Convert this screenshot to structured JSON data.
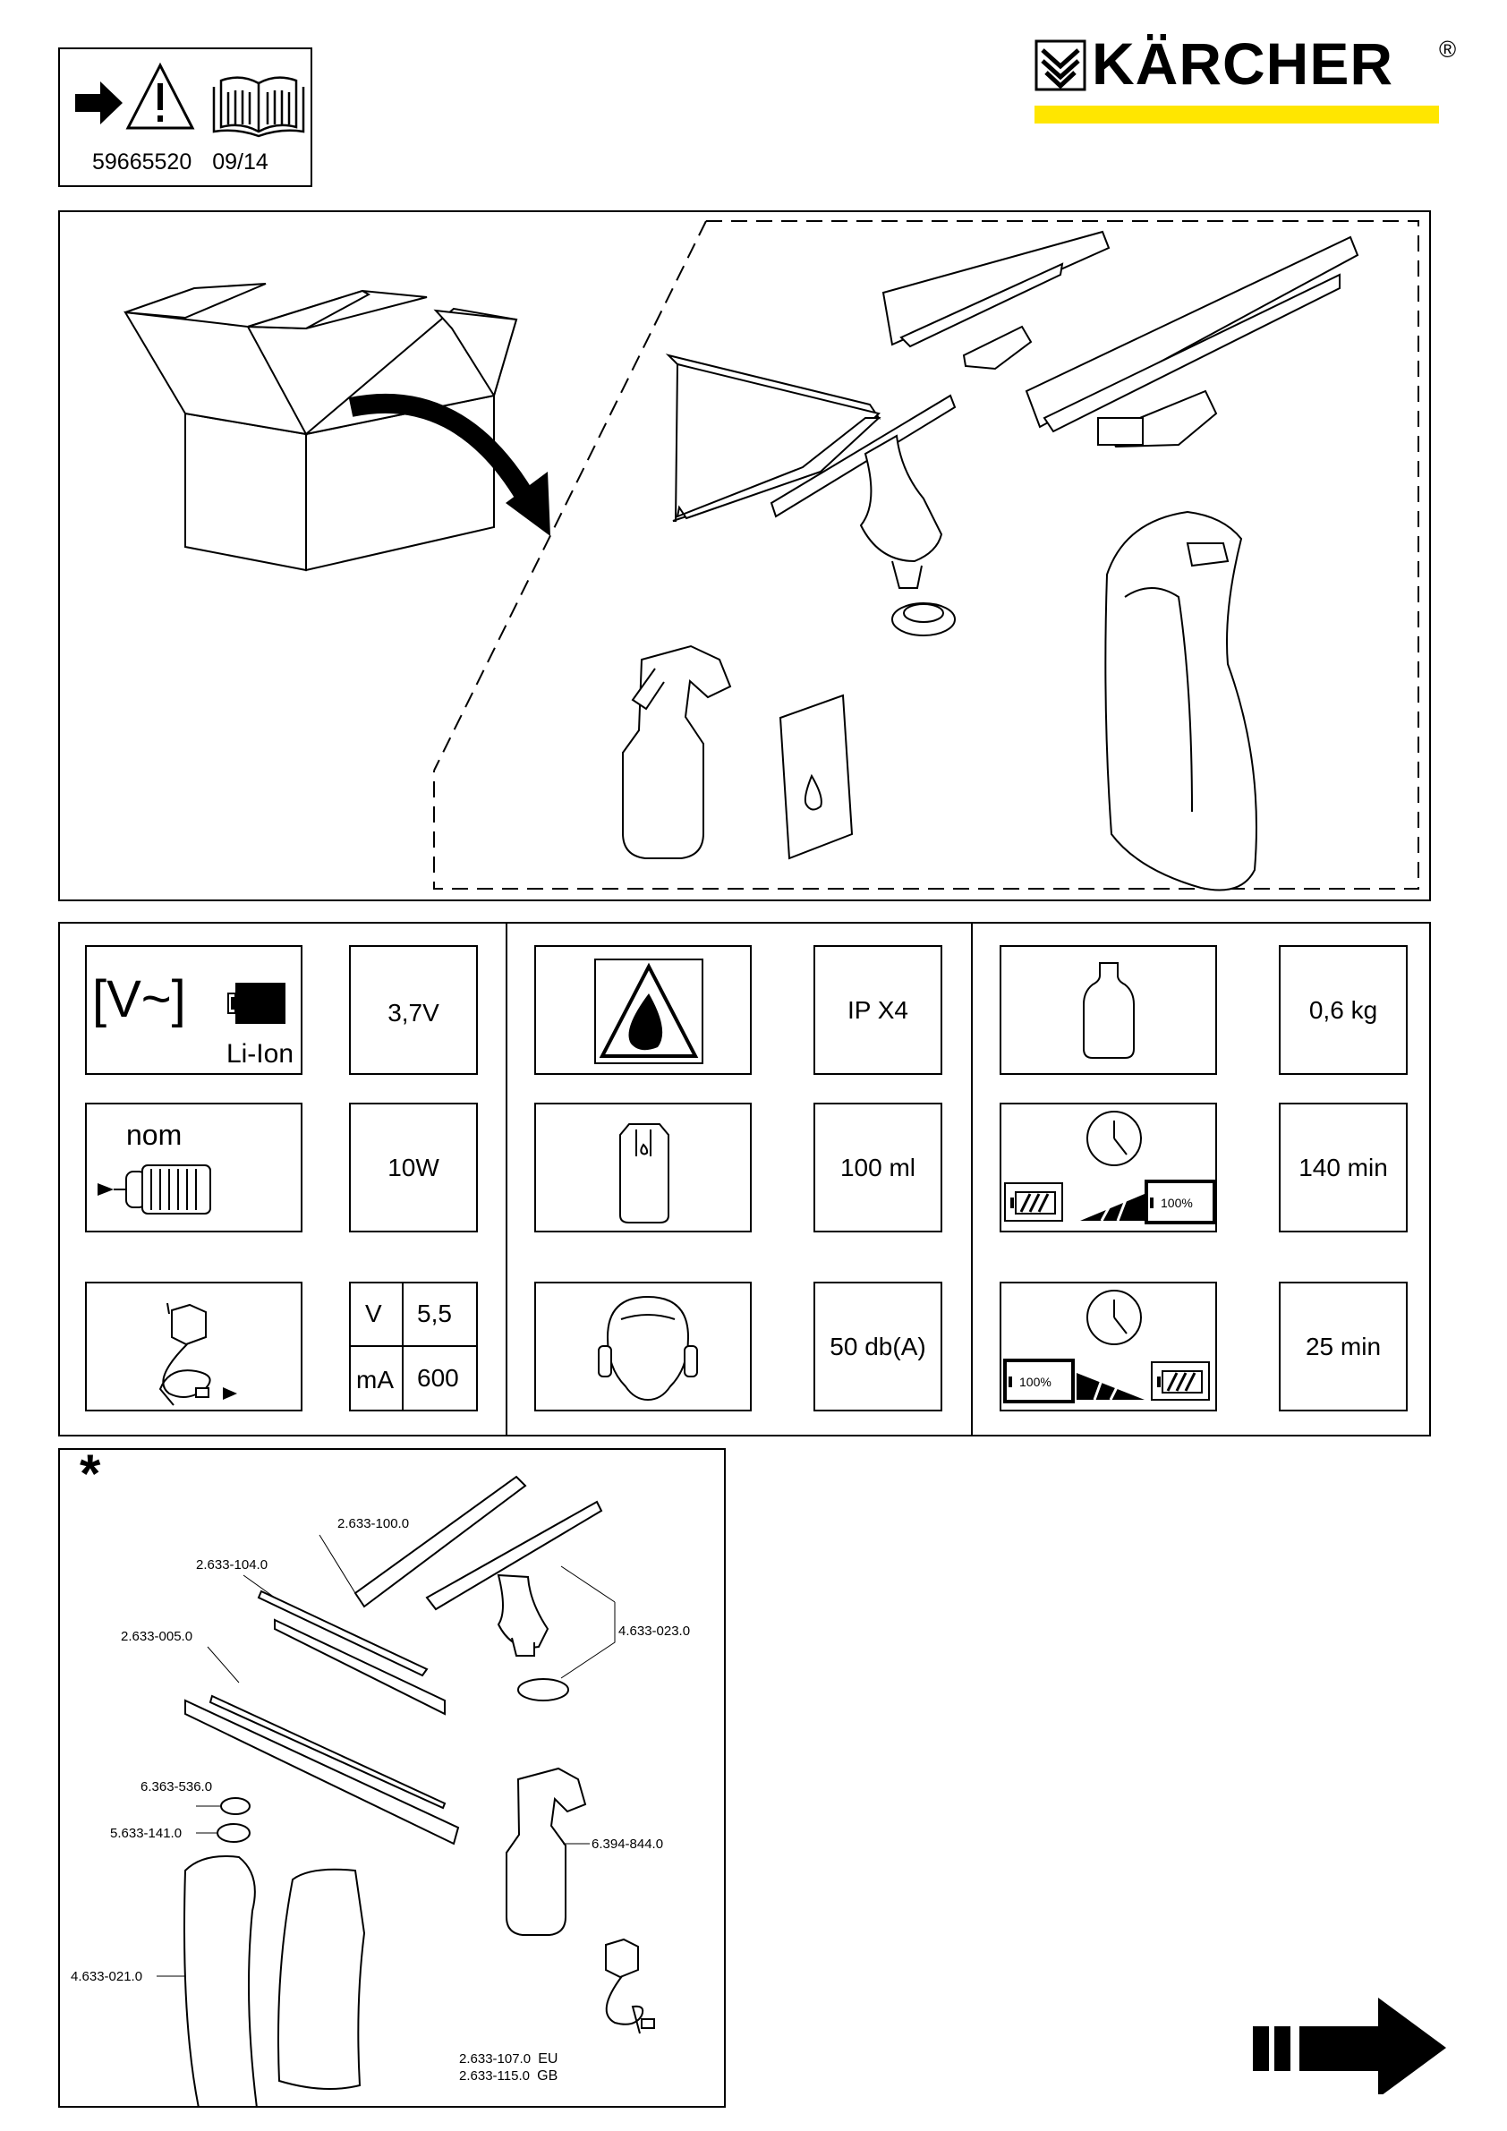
{
  "header": {
    "doc_number": "59665520",
    "doc_date": "09/14",
    "brand": "KÄRCHER",
    "registered_mark": "®",
    "brand_color": "#000000",
    "accent_color": "#FFE600"
  },
  "specs": {
    "voltage_value": "3,7V",
    "battery_type": "Li-Ion",
    "power_label": "nom",
    "power_value": "10W",
    "charger_rows": [
      {
        "unit": "V",
        "value": "5,5"
      },
      {
        "unit": "mA",
        "value": "600"
      }
    ],
    "protection_value": "IP X4",
    "tank_value": "100 ml",
    "noise_value": "50 db(A)",
    "weight_value": "0,6 kg",
    "charge_time_value": "140 min",
    "charge_full_label": "100%",
    "runtime_value": "25 min",
    "runtime_full_label": "100%"
  },
  "parts": {
    "marker": "*",
    "items": [
      "2.633-100.0",
      "2.633-104.0",
      "2.633-005.0",
      "4.633-023.0",
      "6.363-536.0",
      "5.633-141.0",
      "6.394-844.0",
      "4.633-021.0",
      "2.633-107.0",
      "2.633-115.0"
    ],
    "region_eu": "EU",
    "region_gb": "GB"
  }
}
